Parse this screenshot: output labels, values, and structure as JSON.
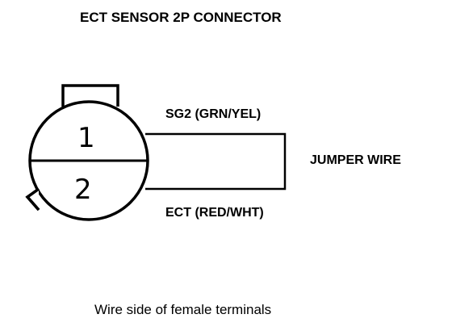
{
  "diagram": {
    "title": "ECT SENSOR 2P CONNECTOR",
    "terminals": [
      {
        "number": "1",
        "wire_label": "SG2 (GRN/YEL)"
      },
      {
        "number": "2",
        "wire_label": "ECT (RED/WHT)"
      }
    ],
    "jumper_label": "JUMPER WIRE",
    "caption": "Wire side of female terminals"
  }
}
